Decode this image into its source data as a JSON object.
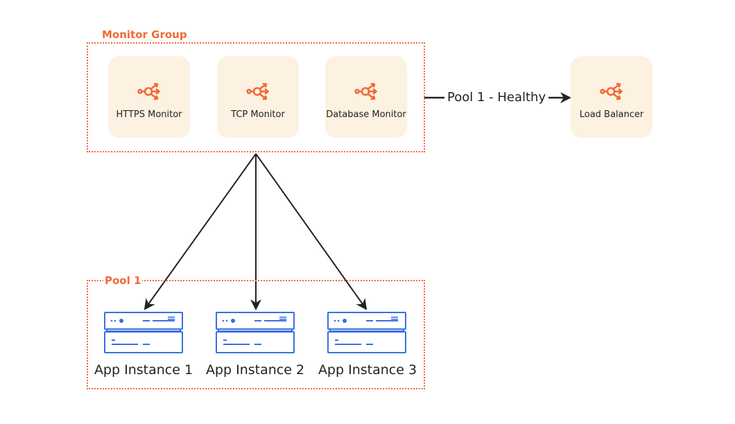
{
  "groups": {
    "monitor_group": "Monitor Group",
    "pool": "Pool 1"
  },
  "monitors": [
    {
      "label": "HTTPS Monitor",
      "icon": "load-balancer-icon"
    },
    {
      "label": "TCP Monitor",
      "icon": "load-balancer-icon"
    },
    {
      "label": "Database Monitor",
      "icon": "load-balancer-icon"
    }
  ],
  "load_balancer": {
    "label": "Load Balancer",
    "icon": "load-balancer-icon"
  },
  "edge_label": "Pool 1 - Healthy",
  "instances": [
    {
      "label": "App Instance 1",
      "icon": "server-icon"
    },
    {
      "label": "App Instance 2",
      "icon": "server-icon"
    },
    {
      "label": "App Instance 3",
      "icon": "server-icon"
    }
  ],
  "colors": {
    "accent": "#f06a35",
    "card_bg": "#fdf1e2",
    "server_blue": "#3b6fe0",
    "arrow": "#222222"
  }
}
